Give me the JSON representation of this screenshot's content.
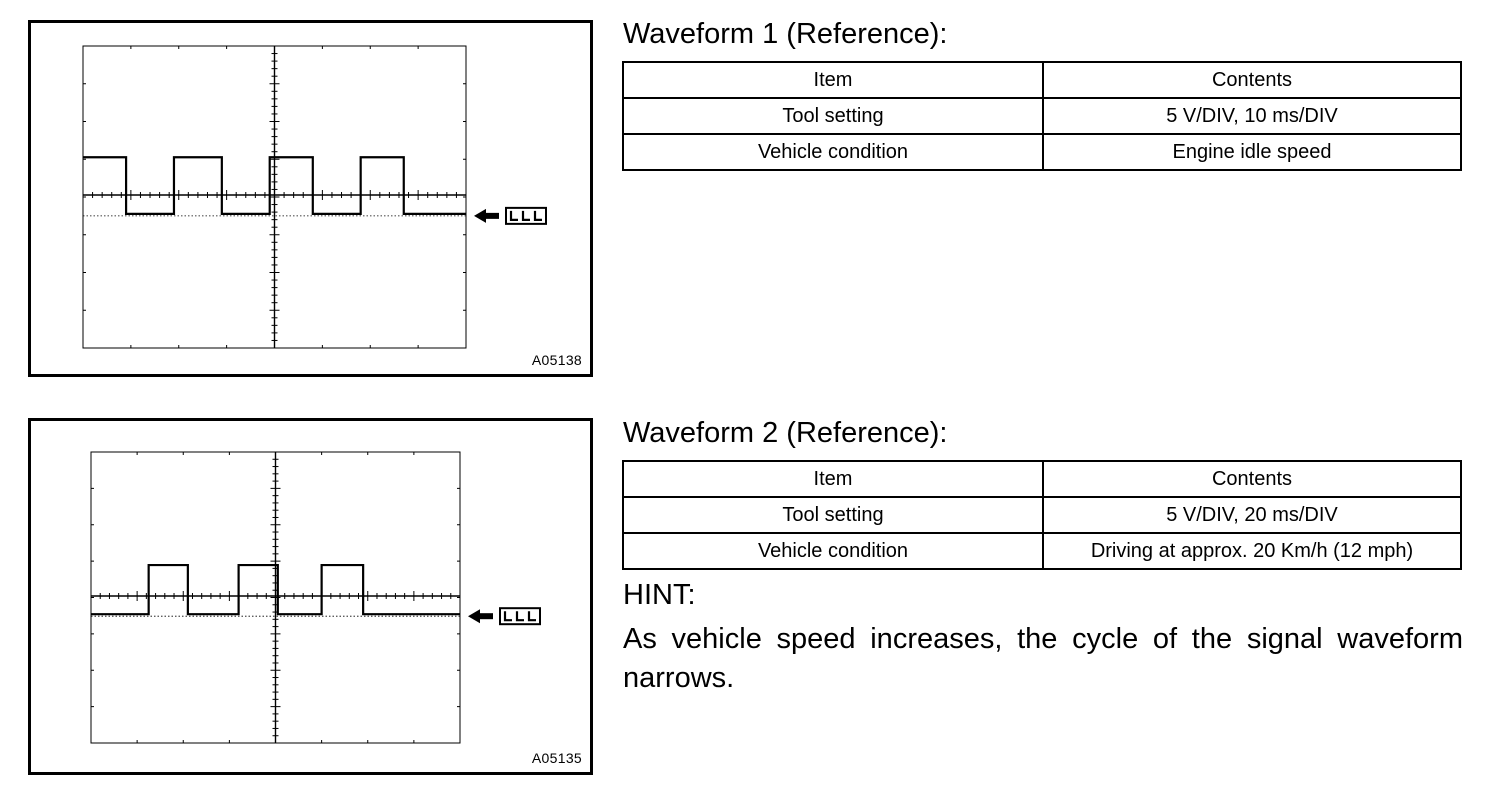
{
  "figures": [
    {
      "code": "A05138",
      "reference_mark": "ground-symbol-icon",
      "waveform": {
        "type": "square-pulse",
        "high_level_div": 1,
        "low_level_div": -0.5,
        "transitions_div": [
          0.9,
          1.9,
          2.9,
          3.9,
          4.8,
          5.8,
          6.7
        ],
        "start_high": true
      }
    },
    {
      "code": "A05135",
      "reference_mark": "ground-symbol-icon",
      "waveform": {
        "type": "square-pulse",
        "high_level_div": 0.85,
        "low_level_div": -0.5,
        "transitions_div": [
          1.25,
          2.1,
          3.2,
          4.05,
          5.0,
          5.9
        ],
        "start_high": false
      }
    }
  ],
  "waveform1": {
    "title": "Waveform 1 (Reference):",
    "headers": [
      "Item",
      "Contents"
    ],
    "rows": [
      [
        "Tool setting",
        "5 V/DIV, 10 ms/DIV"
      ],
      [
        "Vehicle condition",
        "Engine idle speed"
      ]
    ]
  },
  "waveform2": {
    "title": "Waveform 2 (Reference):",
    "headers": [
      "Item",
      "Contents"
    ],
    "rows": [
      [
        "Tool setting",
        "5 V/DIV, 20 ms/DIV"
      ],
      [
        "Vehicle condition",
        "Driving at approx. 20 Km/h (12 mph)"
      ]
    ]
  },
  "hint": {
    "label": "HINT:",
    "text": "As vehicle speed increases, the cycle of the signal waveform narrows."
  }
}
